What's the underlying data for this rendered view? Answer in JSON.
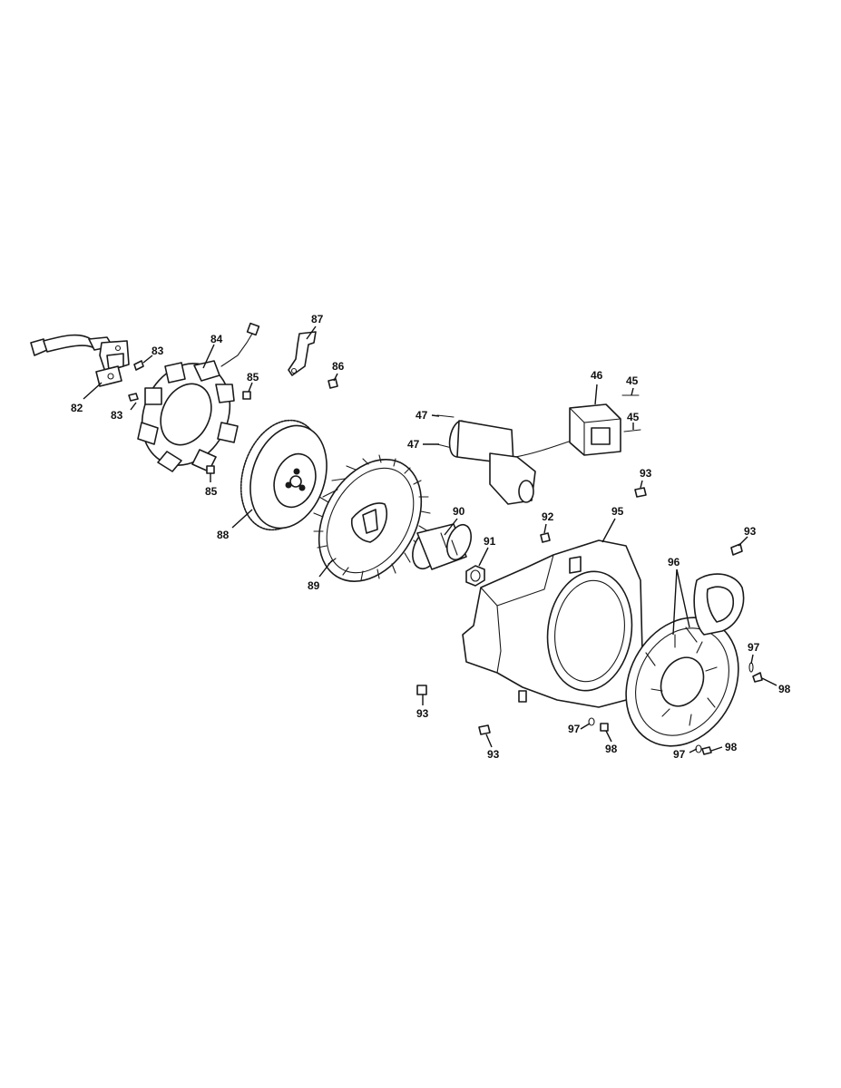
{
  "diagram": {
    "callouts": [
      {
        "id": "c82",
        "text": "82"
      },
      {
        "id": "c83a",
        "text": "83"
      },
      {
        "id": "c83b",
        "text": "83"
      },
      {
        "id": "c84",
        "text": "84"
      },
      {
        "id": "c85a",
        "text": "85"
      },
      {
        "id": "c85b",
        "text": "85"
      },
      {
        "id": "c86",
        "text": "86"
      },
      {
        "id": "c87",
        "text": "87"
      },
      {
        "id": "c88",
        "text": "88"
      },
      {
        "id": "c89",
        "text": "89"
      },
      {
        "id": "c90",
        "text": "90"
      },
      {
        "id": "c91",
        "text": "91"
      },
      {
        "id": "c92",
        "text": "92"
      },
      {
        "id": "c93a",
        "text": "93"
      },
      {
        "id": "c93b",
        "text": "93"
      },
      {
        "id": "c93c",
        "text": "93"
      },
      {
        "id": "c93d",
        "text": "93"
      },
      {
        "id": "c95",
        "text": "95"
      },
      {
        "id": "c96",
        "text": "96"
      },
      {
        "id": "c97a",
        "text": "97"
      },
      {
        "id": "c97b",
        "text": "97"
      },
      {
        "id": "c97c",
        "text": "97"
      },
      {
        "id": "c98a",
        "text": "98"
      },
      {
        "id": "c98b",
        "text": "98"
      },
      {
        "id": "c98c",
        "text": "98"
      },
      {
        "id": "c46",
        "text": "46"
      },
      {
        "id": "c45a",
        "text": "45"
      },
      {
        "id": "c45b",
        "text": "45"
      },
      {
        "id": "c47a",
        "text": "47"
      },
      {
        "id": "c47b",
        "text": "47"
      }
    ]
  }
}
